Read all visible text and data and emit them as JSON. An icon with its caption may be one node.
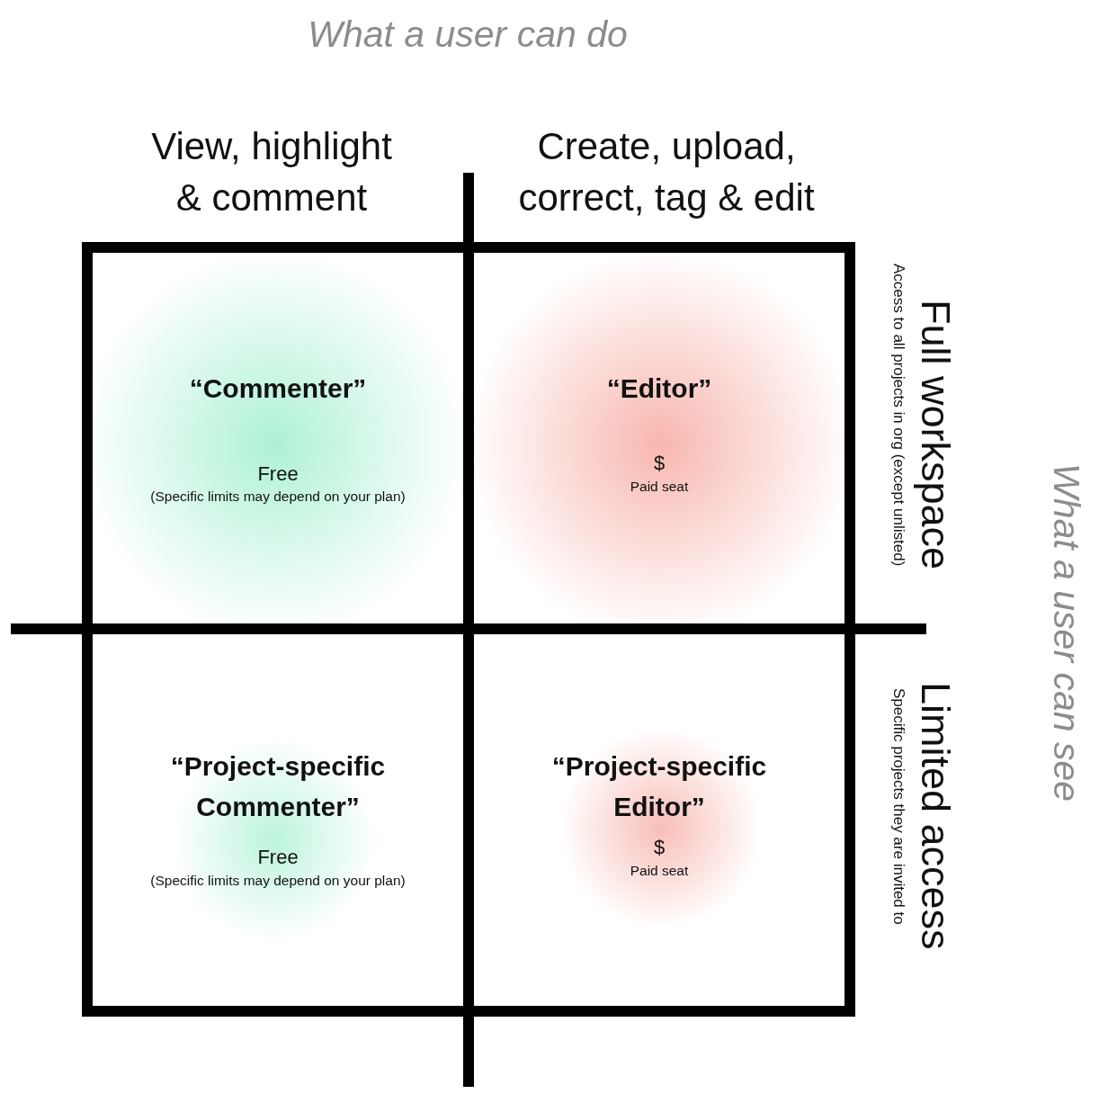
{
  "diagram": {
    "nodes": [
      {
        "text": [
          "“Commenter”",
          "Free",
          "(Specific limits may depend on your plan)"
        ]
      },
      {
        "text": [
          "“Editor”",
          "$",
          "Paid seat"
        ]
      },
      {
        "text": [
          "“Project-specific Commenter”",
          "Free",
          "(Specific limits may depend on your plan)"
        ]
      },
      {
        "text": [
          "“Project-specific Editor”",
          "$",
          "Paid seat"
        ]
      }
    ],
    "labels": [
      "What a user can do",
      "View, highlight & comment",
      "Create, upload, correct, tag & edit",
      "Full workspace",
      "Access to all projects in org (except unlisted)",
      "Limited access",
      "Specific projects they are invited to",
      "What a user can see"
    ]
  }
}
